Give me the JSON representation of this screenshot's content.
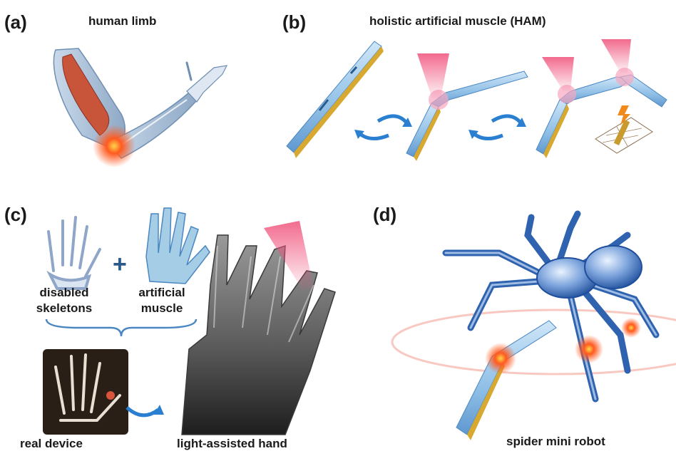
{
  "panels": {
    "a": {
      "letter": "(a)",
      "caption": "human limb"
    },
    "b": {
      "letter": "(b)",
      "caption": "holistic artificial muscle (HAM)"
    },
    "c": {
      "letter": "(c)",
      "skeleton_label": "disabled\nskeletons",
      "plus": "+",
      "muscle_label": "artificial\nmuscle",
      "device_label": "real device",
      "hand_label": "light-assisted hand"
    },
    "d": {
      "letter": "(d)",
      "caption": "spider mini robot"
    }
  },
  "colors": {
    "strip_blue": "#9cc7ea",
    "strip_edge": "#4a87c2",
    "strip_gold": "#d8a931",
    "laser": "#f0507a",
    "glow": "#ff5a1f",
    "arrow": "#2b7fd0",
    "spider": "#2f63b0"
  }
}
